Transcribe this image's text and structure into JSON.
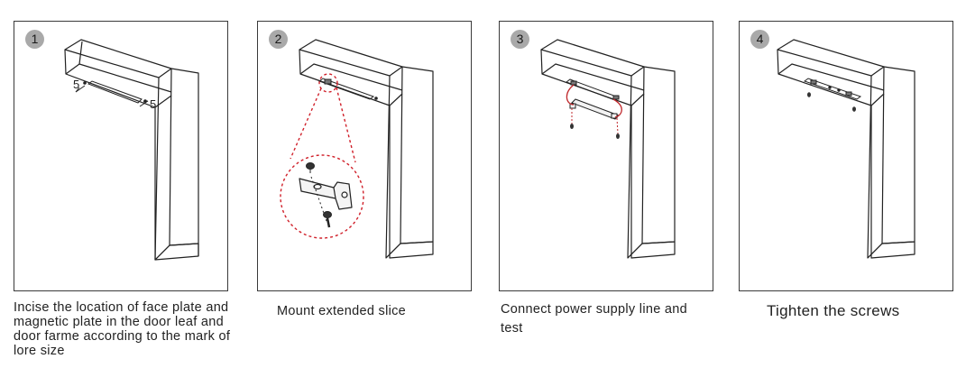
{
  "steps": [
    {
      "number": "1",
      "caption": "Incise the location of face plate and magnetic plate in the door leaf and door farme according to the mark of lore size",
      "mark_left": "5",
      "mark_right": "5"
    },
    {
      "number": "2",
      "caption": "Mount extended slice"
    },
    {
      "number": "3",
      "caption": "Connect power supply line and test"
    },
    {
      "number": "4",
      "caption": "Tighten the screws"
    }
  ],
  "colors": {
    "outline": "#222222",
    "badge": "#a9a9a9",
    "callout": "#d0202a",
    "wire": "#c0282c"
  }
}
